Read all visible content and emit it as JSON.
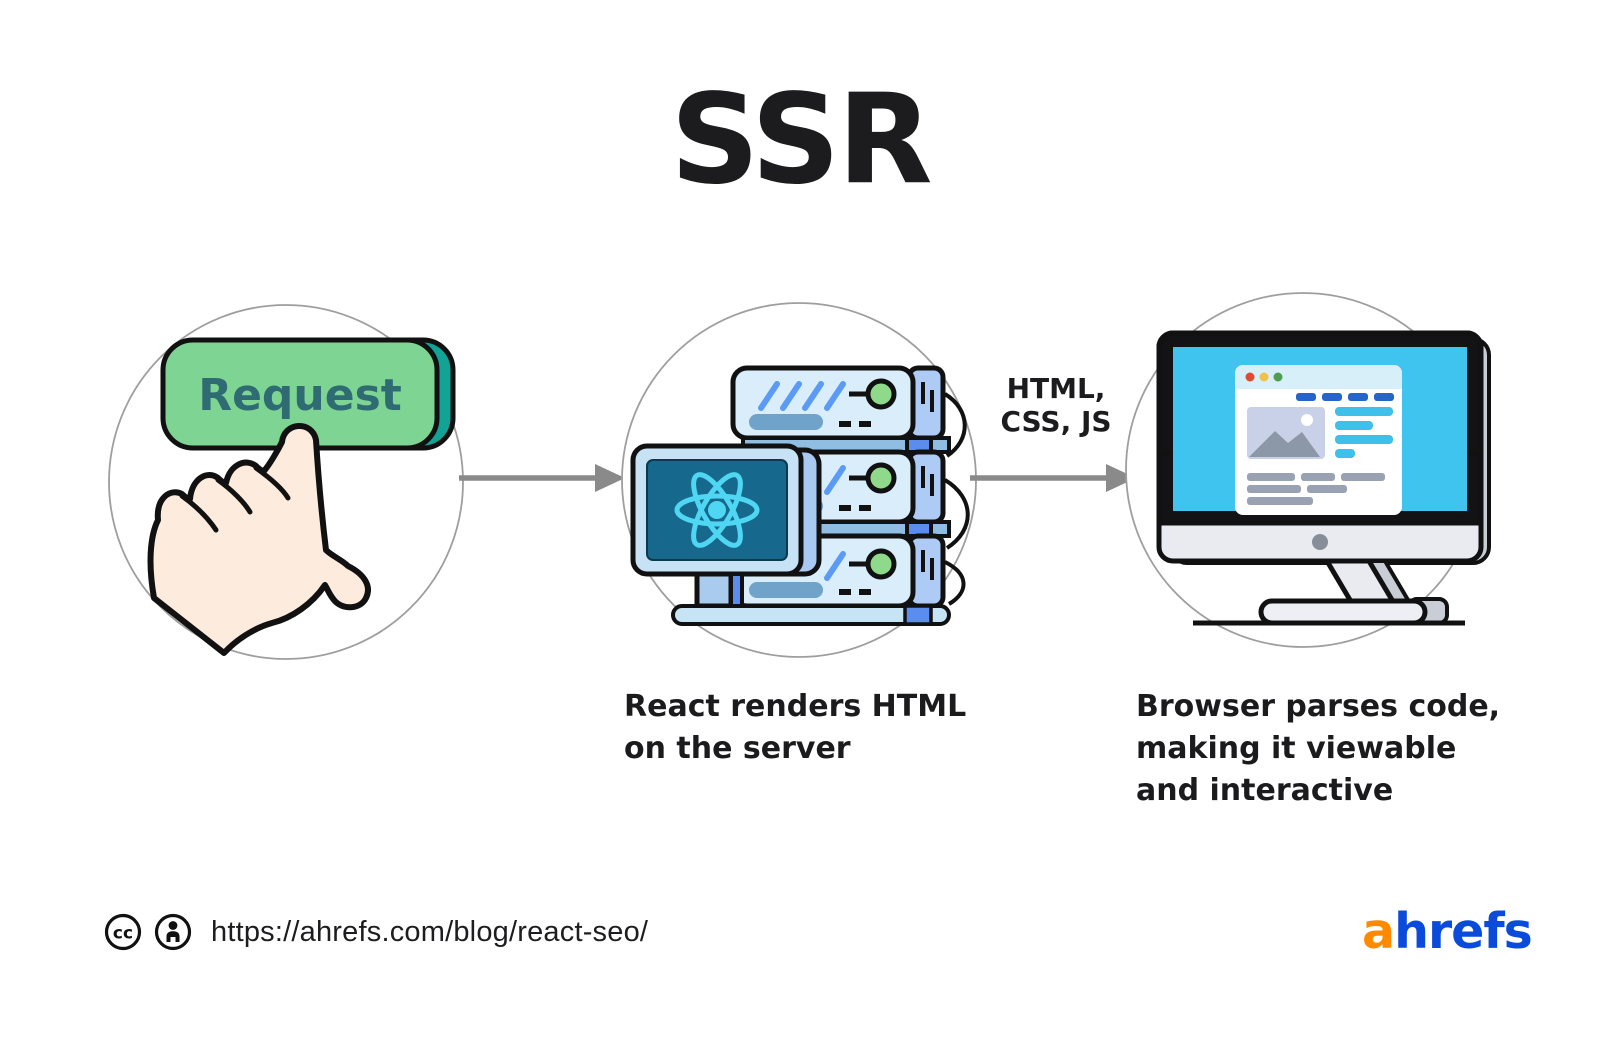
{
  "title": "SSR",
  "steps": {
    "request": {
      "button_label": "Request"
    },
    "server": {
      "caption_line1": "React renders HTML",
      "caption_line2": "on the server"
    },
    "browser": {
      "caption_line1": "Browser parses code,",
      "caption_line2": "making it viewable",
      "caption_line3": "and interactive"
    }
  },
  "arrow2_label_line1": "HTML,",
  "arrow2_label_line2": "CSS, JS",
  "footer": {
    "cc_glyph": "cc",
    "url": "https://ahrefs.com/blog/react-seo/",
    "logo_first": "a",
    "logo_rest": "hrefs"
  },
  "colors": {
    "outline": "#111111",
    "circle_stroke": "#9E9E9E",
    "arrow_gray": "#8A8A8A",
    "text_dark": "#1D1D1F",
    "button_green": "#7ED492",
    "button_shadow_teal": "#10A396",
    "button_text_teal": "#2F6B72",
    "hand_skin": "#FDEBDD",
    "server_front_blue": "#D9EDFA",
    "server_side_blue": "#AECBF5",
    "server_band_blue": "#90BEE2",
    "server_accent_blue": "#5B8DEF",
    "server_bar_blue": "#6FA3C9",
    "slash_blue": "#5B9BF5",
    "led_green": "#8FD98A",
    "monitor_frame_blue": "#C8E2F5",
    "monitor_back_blue": "#A9C9F2",
    "screen_teal": "#16698C",
    "react_cyan": "#4FD6F2",
    "imac_screen_cyan": "#3FC3EF",
    "imac_chin_gray": "#E9EBF1",
    "imac_side_gray": "#C9CED6",
    "browser_topbar": "#D6EFF9",
    "nav_dash_blue": "#2764C8",
    "content_cyan": "#3FC0EA",
    "content_gray": "#98A2B2",
    "image_placeholder": "#C9D1E8",
    "mountain_gray": "#8C97A8",
    "dot_red": "#DD4B32",
    "dot_yellow": "#F0C24B",
    "dot_green": "#4F9D52",
    "logo_orange": "#FF8A00",
    "logo_blue": "#0A4BDC"
  }
}
